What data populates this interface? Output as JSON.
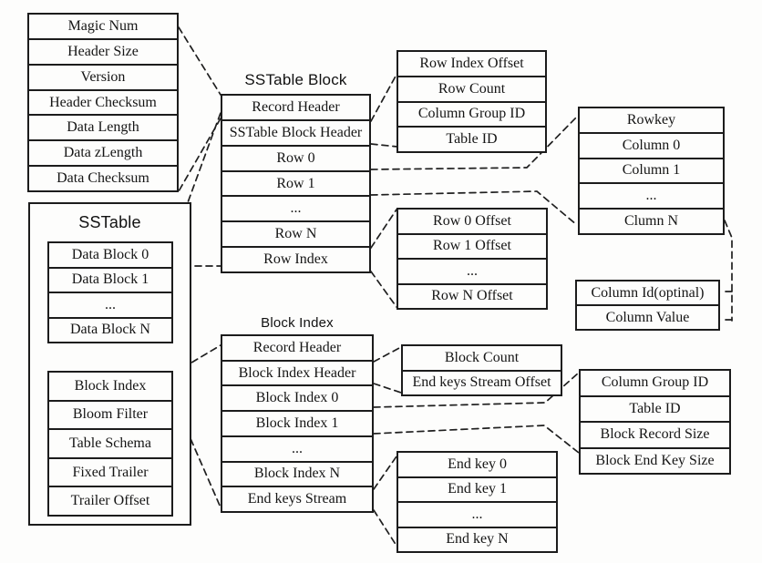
{
  "diagram": {
    "background_color": "#fdfdfc",
    "line_color": "#1c1c1c"
  },
  "boxes": {
    "record_header_detail": {
      "rows": [
        "Magic Num",
        "Header Size",
        "Version",
        "Header Checksum",
        "Data Length",
        "Data zLength",
        "Data Checksum"
      ]
    },
    "sstable": {
      "title": "SSTable",
      "data_block_rows": [
        "Data Block 0",
        "Data Block 1",
        "...",
        "Data Block N"
      ],
      "meta_rows": [
        "Block Index",
        "Bloom Filter",
        "Table Schema",
        "Fixed Trailer",
        "Trailer Offset"
      ]
    },
    "sstable_block": {
      "title": "SSTable Block",
      "rows": [
        "Record Header",
        "SSTable Block Header",
        "Row 0",
        "Row 1",
        "...",
        "Row N",
        "Row Index"
      ]
    },
    "sstable_block_header_detail": {
      "rows": [
        "Row Index Offset",
        "Row Count",
        "Column Group ID",
        "Table ID"
      ]
    },
    "row_detail": {
      "rows": [
        "Rowkey",
        "Column 0",
        "Column 1",
        "...",
        "Clumn N"
      ]
    },
    "row_index_detail": {
      "rows": [
        "Row 0 Offset",
        "Row 1 Offset",
        "...",
        "Row N Offset"
      ]
    },
    "column_detail": {
      "rows": [
        "Column Id(optinal)",
        "Column Value"
      ]
    },
    "block_index": {
      "title": "Block Index",
      "rows": [
        "Record Header",
        "Block Index Header",
        "Block Index 0",
        "Block Index 1",
        "...",
        "Block Index N",
        "End keys Stream"
      ]
    },
    "block_index_header_detail": {
      "rows": [
        "Block Count",
        "End keys Stream Offset"
      ]
    },
    "block_index_entry_detail": {
      "rows": [
        "Column Group ID",
        "Table ID",
        "Block Record Size",
        "Block End Key Size"
      ]
    },
    "end_keys_detail": {
      "rows": [
        "End key 0",
        "End key 1",
        "...",
        "End key N"
      ]
    }
  }
}
